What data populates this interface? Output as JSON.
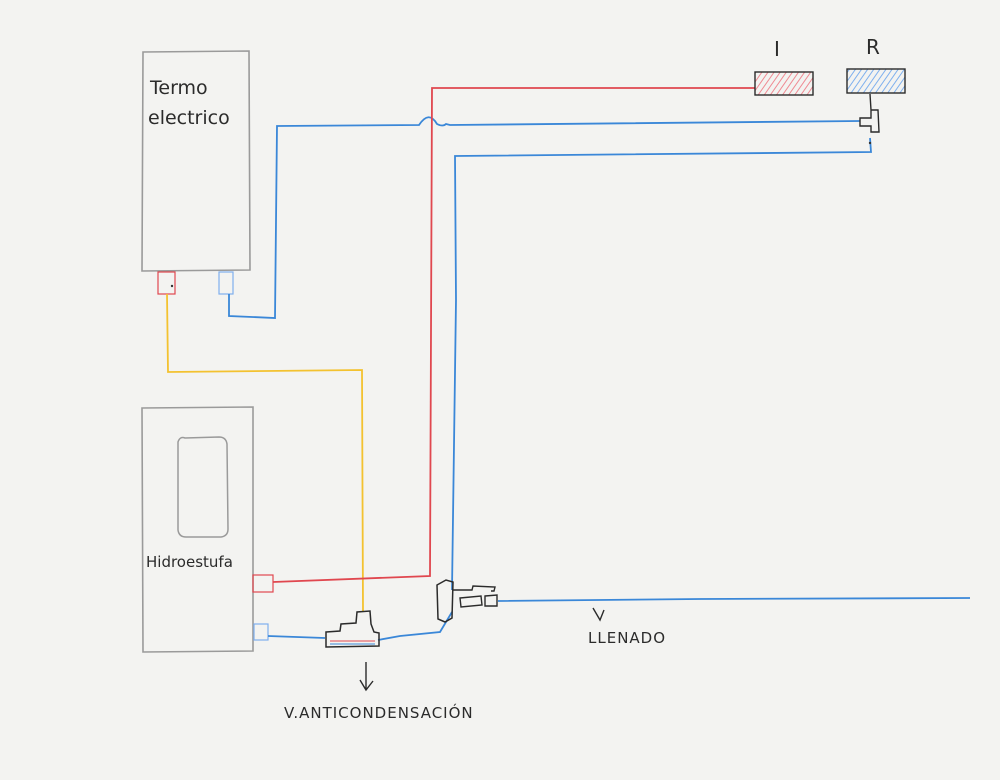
{
  "labels": {
    "termo": [
      "Termo",
      "electrico"
    ],
    "hidroestufa": "Hidroestufa",
    "valvula": "V.ANTICONDENSACIÓN",
    "llenado": "LLENADO",
    "radiator_left": "I",
    "radiator_right": "R"
  },
  "colors": {
    "background": "#f3f3f1",
    "outline": "#9a9a9a",
    "ink": "#2b2b2b",
    "hot": "#e0474f",
    "cold": "#3a87d8",
    "yellow": "#f3c230",
    "red_hatch": "#ef8a93",
    "blue_hatch": "#7fb0ee"
  }
}
